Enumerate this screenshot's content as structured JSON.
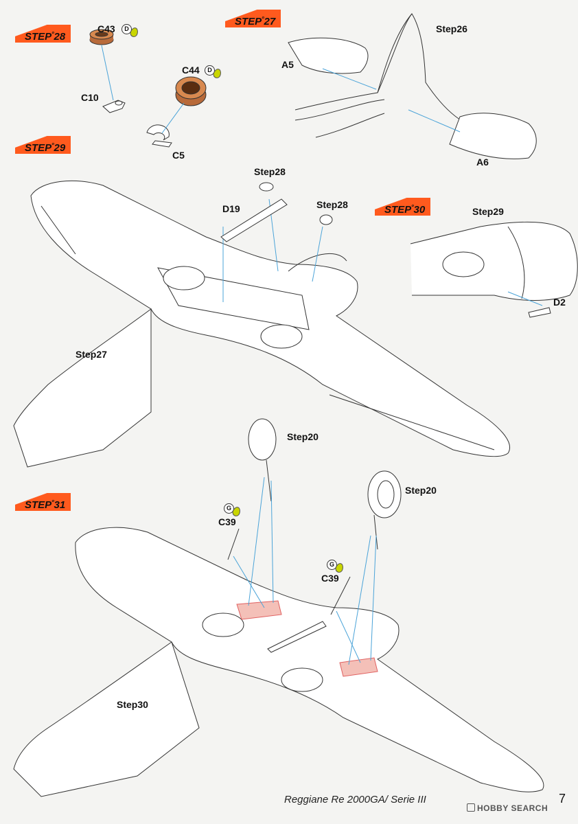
{
  "steps": [
    {
      "id": "step28",
      "number": "28"
    },
    {
      "id": "step27",
      "number": "27"
    },
    {
      "id": "step29",
      "number": "29"
    },
    {
      "id": "step30",
      "number": "30"
    },
    {
      "id": "step31",
      "number": "31"
    }
  ],
  "step_word": "STEP",
  "parts": {
    "c43": "C43",
    "c44": "C44",
    "c10": "C10",
    "c5": "C5",
    "a5": "A5",
    "a6": "A6",
    "d19": "D19",
    "d2": "D2",
    "c39_left": "C39",
    "c39_right": "C39"
  },
  "refs": {
    "step26": "Step26",
    "step28_a": "Step28",
    "step28_b": "Step28",
    "step29": "Step29",
    "step27": "Step27",
    "step20_a": "Step20",
    "step20_b": "Step20",
    "step30": "Step30"
  },
  "marks": {
    "d": "D",
    "g": "G"
  },
  "footer": {
    "title": "Reggiane Re 2000GA/ Serie III",
    "page": "7"
  },
  "watermark": "HOBBY SEARCH",
  "colors": {
    "accent": "#ff5a1e",
    "arrow": "#4aa3d8",
    "part_brown": "#b86a3a",
    "drop_yellow": "#c9d600",
    "highlight_red": "#e06060"
  }
}
